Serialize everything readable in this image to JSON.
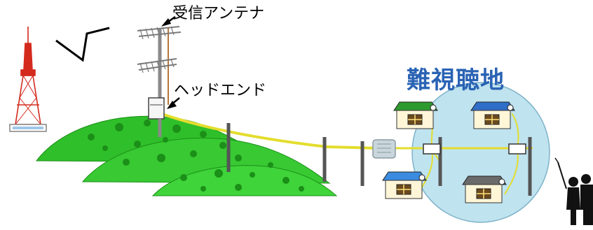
{
  "labels": {
    "receiving_antenna": "受信アンテナ",
    "head_end": "ヘッドエンド",
    "poor_reception_area": "難視聴地"
  },
  "colors": {
    "tower_red": "#d42a1e",
    "hill_green": "#2fbf2a",
    "hill_dark": "#1b8f17",
    "cable_yellow": "#e4dd2e",
    "area_fill": "#bfe3ef",
    "title_blue": "#2a63b4",
    "pole_gray": "#555555"
  },
  "icons": {
    "tower": "broadcast-tower-icon",
    "signal": "lightning-signal-icon",
    "antenna": "antenna-icon",
    "headend_box": "headend-box-icon",
    "amplifier": "amplifier-icon",
    "house": "house-icon",
    "tap": "tap-box-icon",
    "people": "people-silhouette-icon"
  },
  "houses": [
    {
      "roof": "#2e9a2e"
    },
    {
      "roof": "#2f6ec8"
    },
    {
      "roof": "#3b8be0"
    },
    {
      "roof": "#6a6a6a"
    }
  ]
}
